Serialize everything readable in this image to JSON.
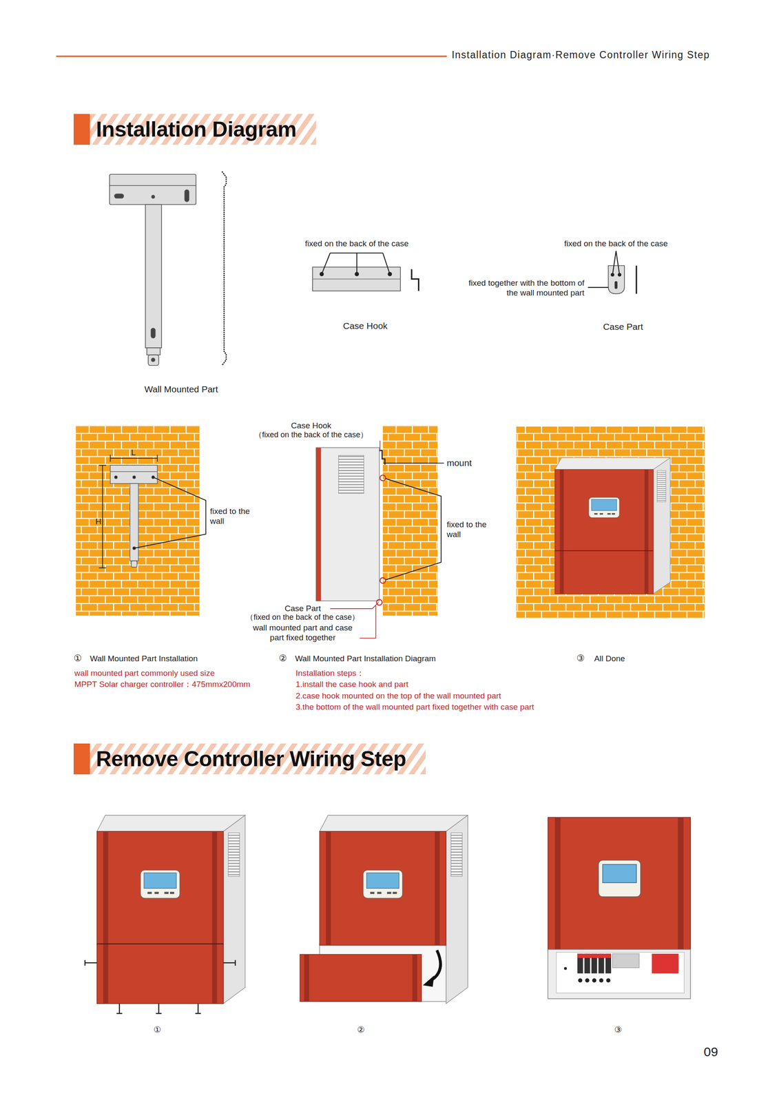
{
  "diagram": {
    "title": "Installation Diagram·Remove Controller Wiring Step",
    "nodes": [
      {
        "text": [
          "Installation Diagram"
        ]
      },
      {
        "text": [
          "Remove Controller Wiring Step"
        ]
      }
    ],
    "labels": [
      "fixed on the back of the case",
      "fixed on the back of the case",
      "fixed together with the bottom of the wall mounted part",
      "Case Hook",
      "Case Part",
      "Wall Mounted Part",
      "L",
      "H",
      "fixed to the wall",
      "Case Hook",
      "（fixed on the back of the case）",
      "mount",
      "fixed to the wall",
      "Case Part",
      "（fixed on the back of the case）",
      "wall mounted part and case part fixed together",
      "①",
      "Wall Mounted Part Installation",
      "wall mounted part commonly used size",
      "MPPT Solar charger controller：475mmx200mm",
      "②",
      "Wall Mounted Part Installation Diagram",
      "Installation steps：",
      "1.install the case hook and part",
      "2.case hook mounted on the top of the wall mounted part",
      "3.the bottom of the wall mounted part fixed together with case part",
      "③",
      "All Done",
      "①",
      "②",
      "③",
      "09"
    ]
  }
}
